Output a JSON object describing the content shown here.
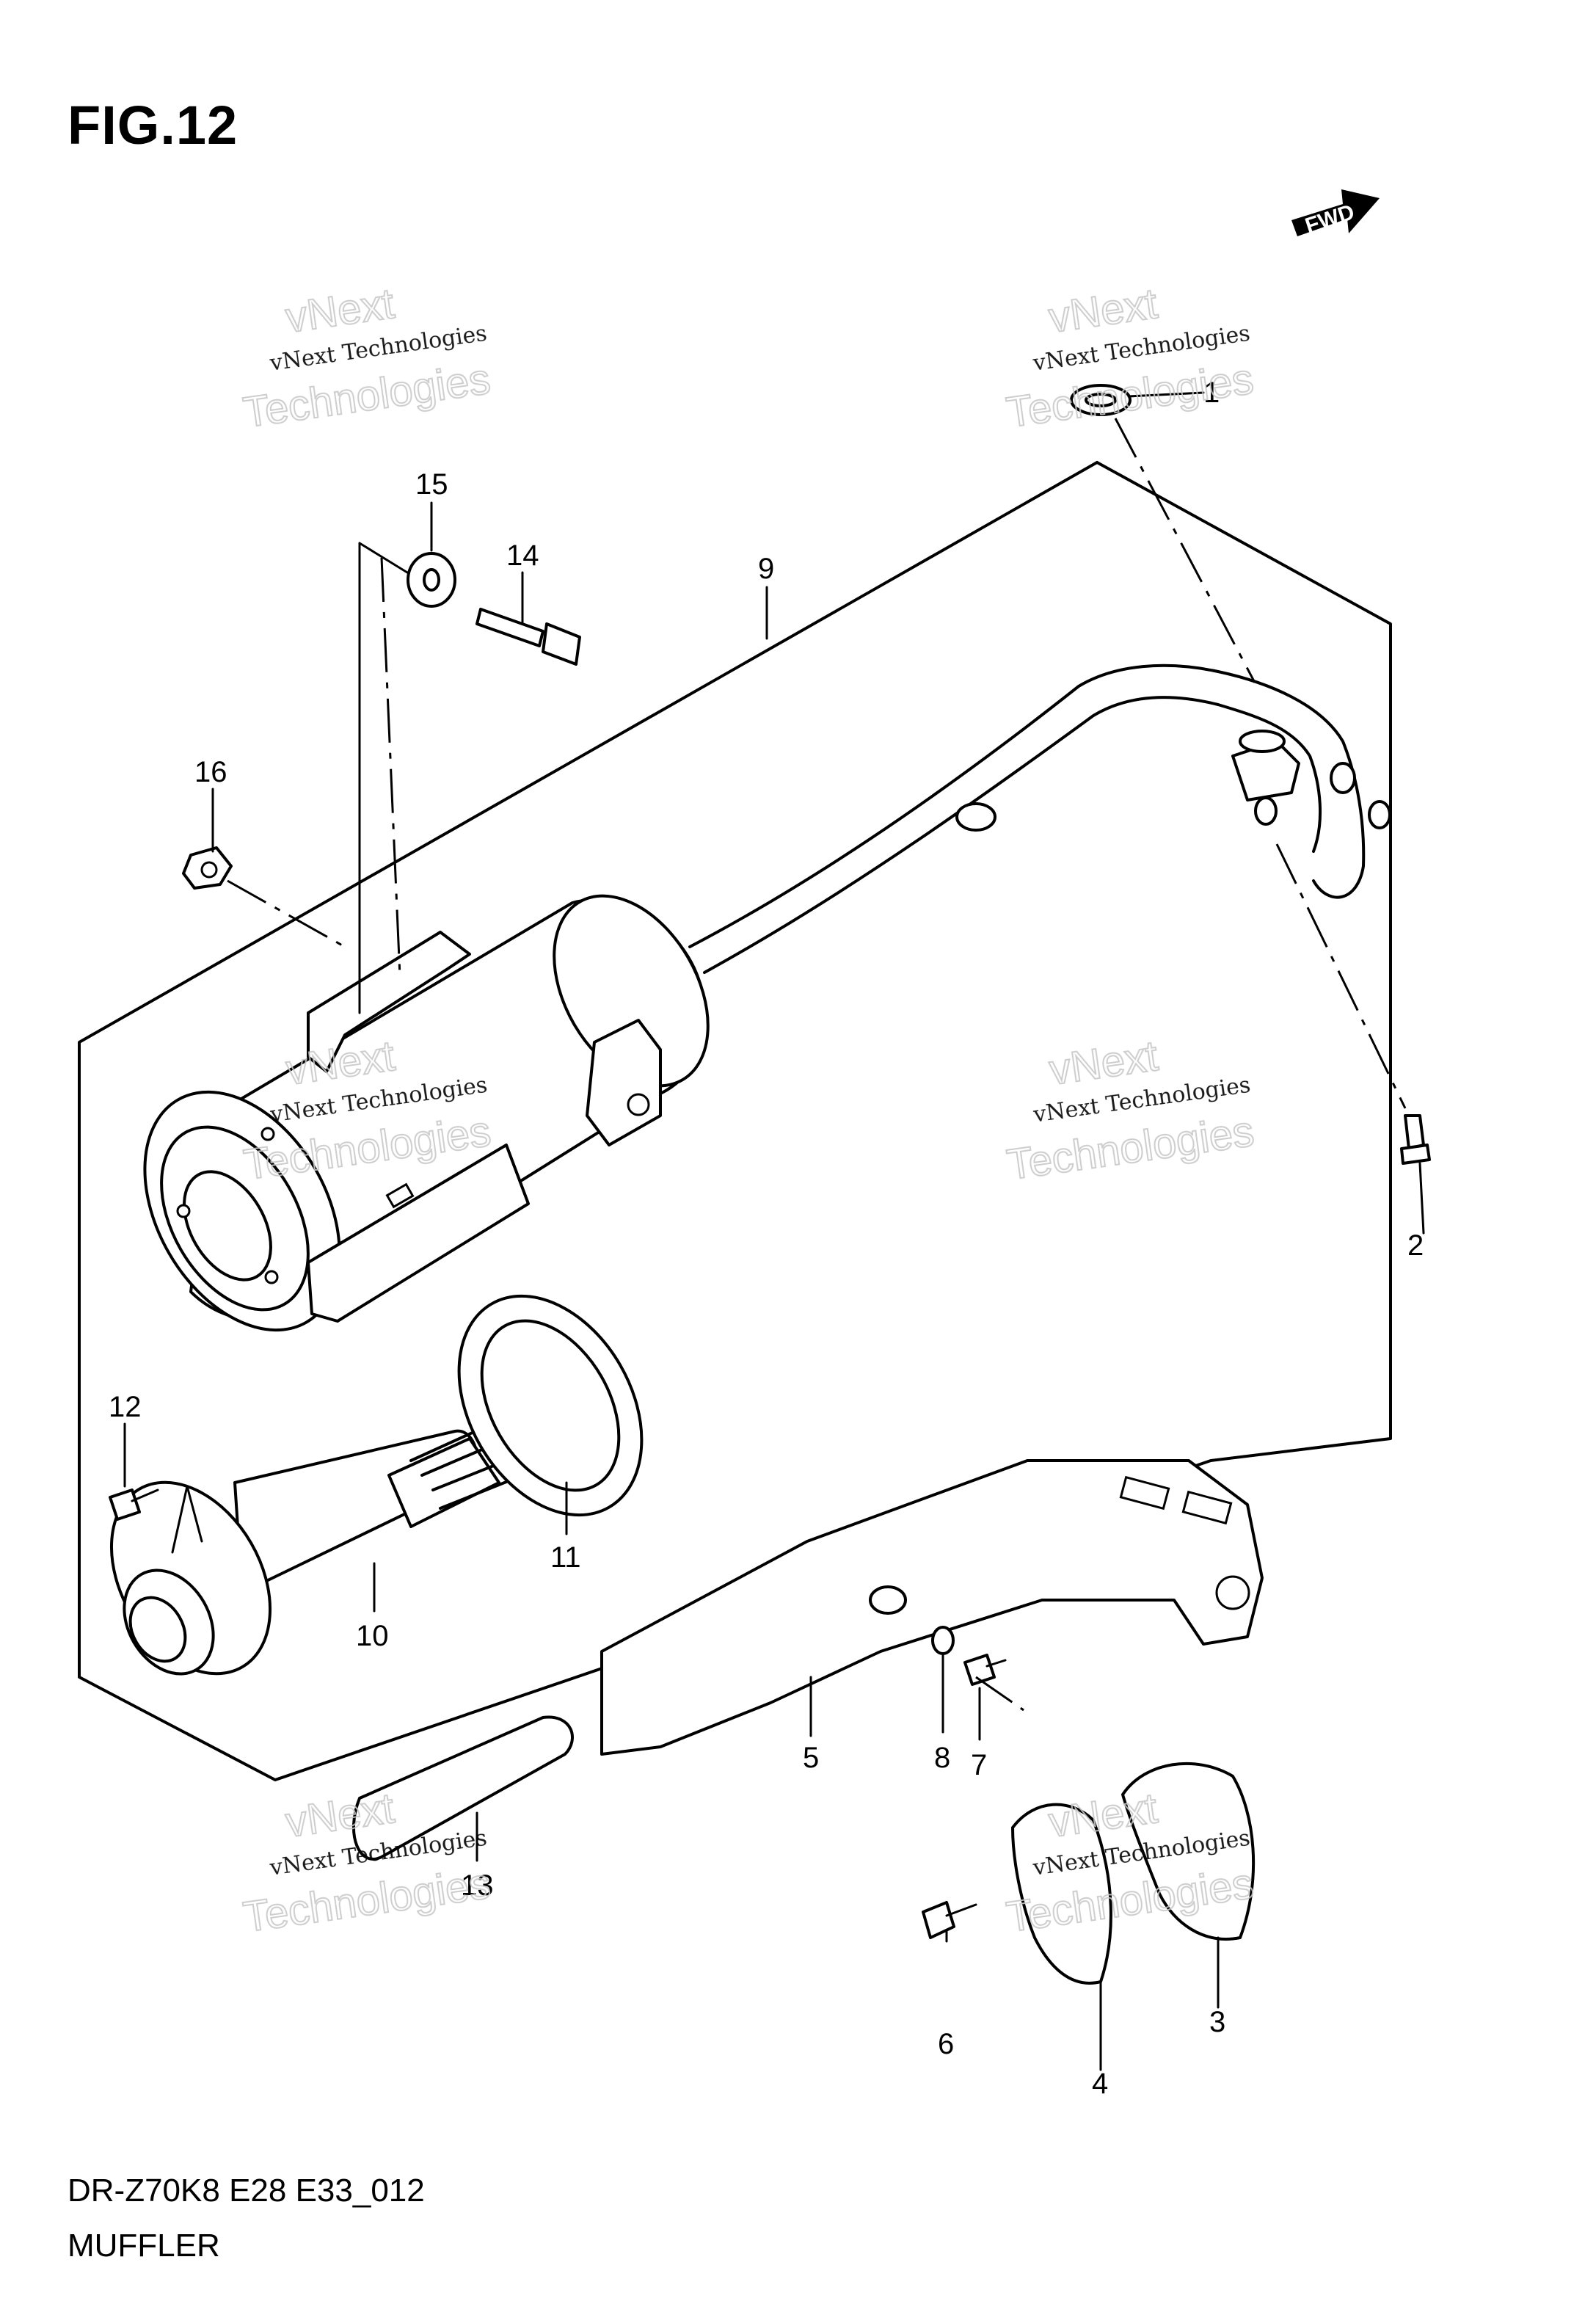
{
  "figure": {
    "title": "FIG.12",
    "model_code": "DR-Z70K8 E28 E33_012",
    "section_name": "MUFFLER",
    "direction_badge": "FWD"
  },
  "watermark": {
    "line1": "vNext Technologies",
    "line2": "Technologies",
    "ghost": "vNext"
  },
  "callouts": [
    {
      "id": "1",
      "label": "1"
    },
    {
      "id": "2",
      "label": "2"
    },
    {
      "id": "3",
      "label": "3"
    },
    {
      "id": "4",
      "label": "4"
    },
    {
      "id": "5",
      "label": "5"
    },
    {
      "id": "6",
      "label": "6"
    },
    {
      "id": "7",
      "label": "7"
    },
    {
      "id": "8",
      "label": "8"
    },
    {
      "id": "9",
      "label": "9"
    },
    {
      "id": "10",
      "label": "10"
    },
    {
      "id": "11",
      "label": "11"
    },
    {
      "id": "12",
      "label": "12"
    },
    {
      "id": "13",
      "label": "13"
    },
    {
      "id": "14",
      "label": "14"
    },
    {
      "id": "15",
      "label": "15"
    },
    {
      "id": "16",
      "label": "16"
    }
  ]
}
